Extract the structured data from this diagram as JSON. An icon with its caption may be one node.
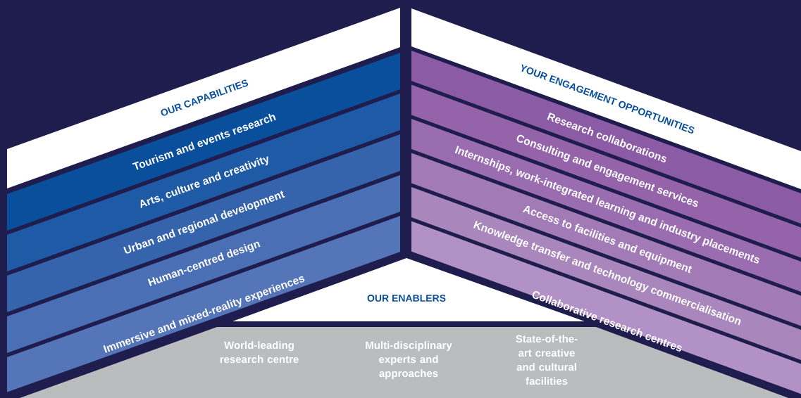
{
  "diagram": {
    "nodes": [
      {
        "text": [
          "OUR CAPABILITIES"
        ]
      },
      {
        "text": [
          "Tourism and events research"
        ]
      },
      {
        "text": [
          "Arts, culture and creativity"
        ]
      },
      {
        "text": [
          "Urban and regional development"
        ]
      },
      {
        "text": [
          "Human-centred design"
        ]
      },
      {
        "text": [
          "Immersive and mixed-reality experiences"
        ]
      },
      {
        "text": [
          "YOUR ENGAGEMENT OPPORTUNITIES"
        ]
      },
      {
        "text": [
          "Research collaborations"
        ]
      },
      {
        "text": [
          "Consulting and engagement services"
        ]
      },
      {
        "text": [
          "Internships, work-integrated learning and industry placements"
        ]
      },
      {
        "text": [
          "Access to facilities and equipment"
        ]
      },
      {
        "text": [
          "Knowledge transfer and technology commercialisation"
        ]
      },
      {
        "text": [
          "Collaborative research centres"
        ]
      },
      {
        "text": [
          "OUR ENABLERS"
        ]
      },
      {
        "text": [
          "World-leading research centre",
          "Multi-disciplinary experts and approaches",
          "State-of-the-art creative and cultural facilities"
        ]
      }
    ]
  }
}
